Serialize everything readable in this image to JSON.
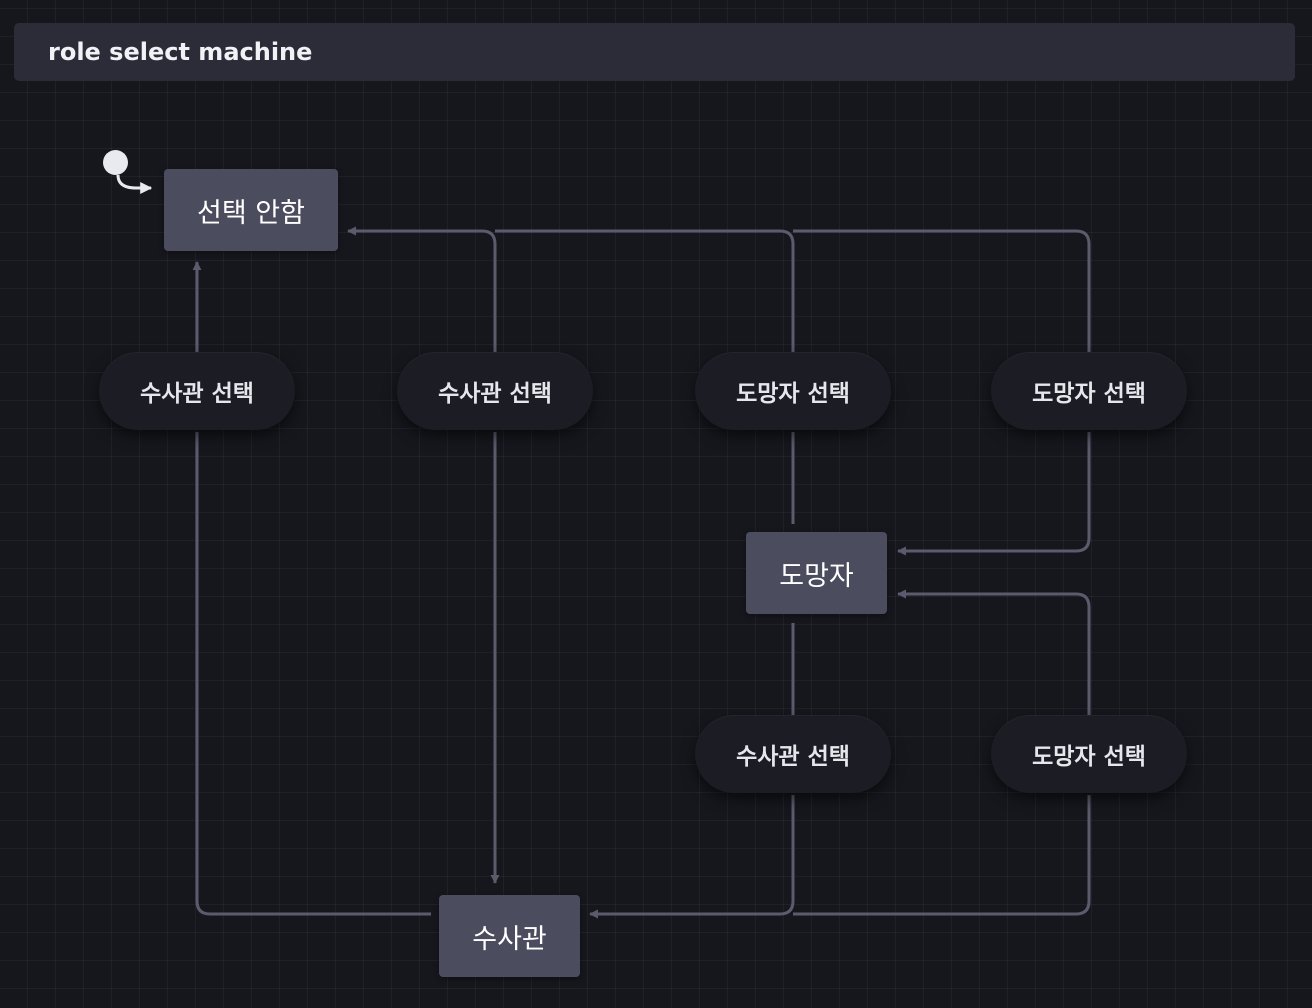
{
  "machine": {
    "title": "role select machine"
  },
  "states": {
    "none": "선택 안함",
    "fugitive": "도망자",
    "detective": "수사관"
  },
  "events": {
    "e1": "수사관 선택",
    "e2": "수사관 선택",
    "e3": "도망자 선택",
    "e4": "도망자 선택",
    "e5": "수사관 선택",
    "e6": "도망자 선택"
  },
  "colors": {
    "background": "#16171d",
    "header": "#2b2c37",
    "state": "#4b4c5e",
    "event": "#1c1d24",
    "edge": "#5a5b6d"
  }
}
